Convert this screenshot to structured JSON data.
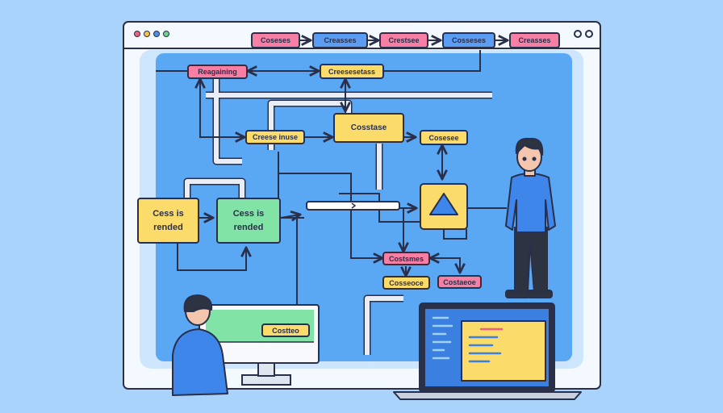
{
  "window": {
    "dot_colors": [
      "#f25f7b",
      "#f5c542",
      "#4a90e2",
      "#6fd08c"
    ]
  },
  "top_bar": [
    {
      "label": "Coseses",
      "color": "pink"
    },
    {
      "label": "Creasses",
      "color": "blue"
    },
    {
      "label": "Crestsee",
      "color": "pink"
    },
    {
      "label": "Cosseses",
      "color": "blue"
    },
    {
      "label": "Creasses",
      "color": "pink"
    }
  ],
  "nodes": {
    "reagaining": "Reagaining",
    "cresesetass": "Creesesetass",
    "croese_inuse": "Creese inuse",
    "costase": "Cosstase",
    "cosesee": "Cosesee",
    "cess_rended_yellow": "Cess is rended",
    "cess_rended_green": "Cess is rended",
    "costsmes": "Costsmes",
    "cosseoce": "Cosseoce",
    "costaeoe": "Costaeoe",
    "monitor_label": "Costteo"
  },
  "colors": {
    "pink": "#f77fa4",
    "blue": "#5a9df2",
    "yellow": "#fbdc6b",
    "green": "#82e3a6",
    "canvas": "#5aa7f4",
    "background": "#a9d3fb",
    "outline": "#2a2f4a"
  },
  "icons": [
    "triangle-icon",
    "person-standing",
    "person-at-monitor",
    "laptop-code",
    "desktop-monitor"
  ]
}
